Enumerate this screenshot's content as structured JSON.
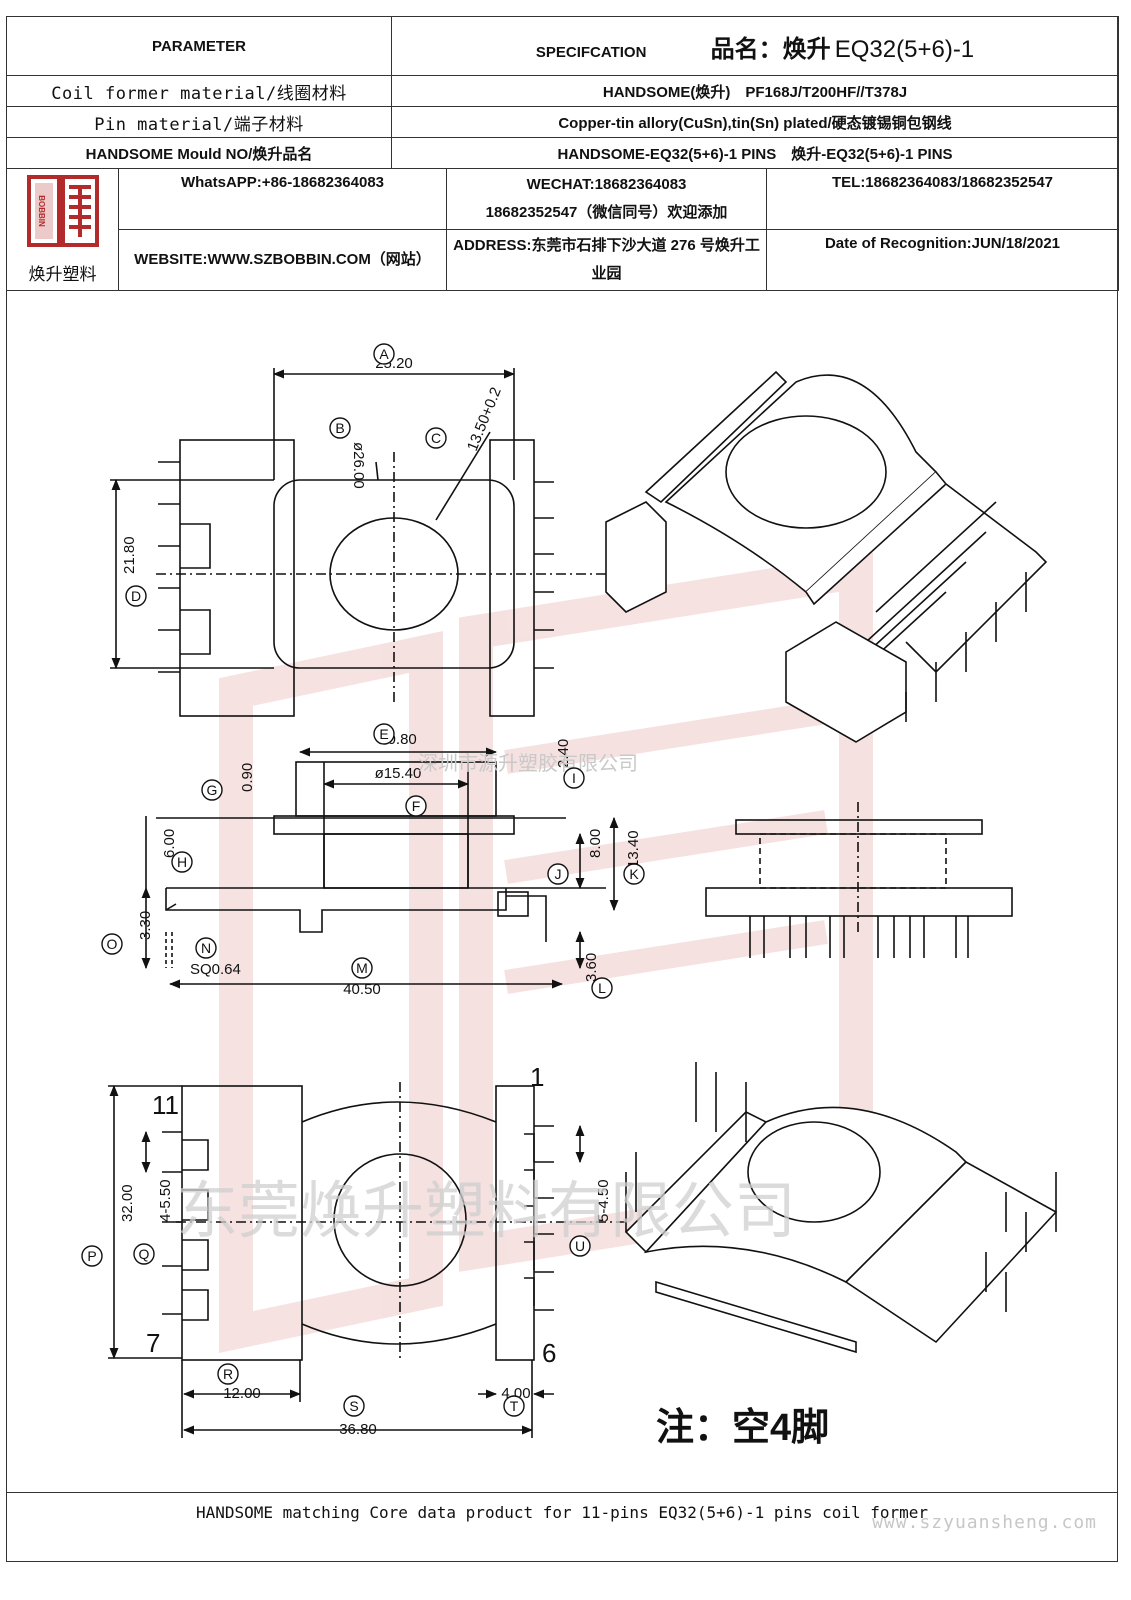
{
  "header": {
    "parameter": "PARAMETER",
    "specification": "SPECIFCATION",
    "product_name_label": "品名：焕升",
    "product_code": "EQ32(5+6)-1"
  },
  "rows": [
    {
      "param": "Coil former material/线圈材料",
      "spec": "HANDSOME(焕升)　PF168J/T200HF//T378J"
    },
    {
      "param": "Pin material/端子材料",
      "spec": "Copper-tin allory(CuSn),tin(Sn) plated/硬态镀锡铜包钢线"
    },
    {
      "param": "HANDSOME Mould NO/焕升品名",
      "spec": "HANDSOME-EQ32(5+6)-1 PINS　焕升-EQ32(5+6)-1 PINS"
    }
  ],
  "contact": {
    "logo_caption": "焕升塑料",
    "logo_mark": "BOBBIN",
    "whatsapp": "WhatsAPP:+86-18682364083",
    "wechat_line1": "WECHAT:18682364083",
    "wechat_line2": "18682352547（微信同号）欢迎添加",
    "tel": "TEL:18682364083/18682352547",
    "website": "WEBSITE:WWW.SZBOBBIN.COM（网站）",
    "address": "ADDRESS:东莞市石排下沙大道 276 号焕升工业园",
    "date": "Date of Recognition:JUN/18/2021"
  },
  "drawing": {
    "dims": {
      "A": "25.20",
      "B": "ø26.00",
      "C": "13.50+0.2",
      "D": "21.80",
      "E": "20.80",
      "F": "ø15.40",
      "G": "0.90",
      "H": "6.00",
      "I": "2.40",
      "J": "8.00",
      "K": "13.40",
      "L": "3.60",
      "M": "40.50",
      "N": "SQ0.64",
      "O": "3.30",
      "P": "32.00",
      "Q": "4-5.50",
      "R": "12.00",
      "S": "36.80",
      "T": "4.00",
      "U": "5-4.50"
    },
    "letters": [
      "A",
      "B",
      "C",
      "D",
      "E",
      "F",
      "G",
      "H",
      "I",
      "J",
      "K",
      "L",
      "M",
      "N",
      "O",
      "P",
      "Q",
      "R",
      "S",
      "T",
      "U"
    ],
    "pin_labels": {
      "p1": "1",
      "p6": "6",
      "p7": "7",
      "p11": "11"
    },
    "note": "注：空4脚",
    "watermark_small": "深圳市源升塑胶有限公司",
    "watermark_large": "东莞焕升塑料有限公司",
    "watermark_color": "#e8a9a9"
  },
  "footer": {
    "text": "HANDSOME matching Core data  product for 11-pins EQ32(5+6)-1 pins coil former",
    "website": "www.szyuansheng.com"
  }
}
